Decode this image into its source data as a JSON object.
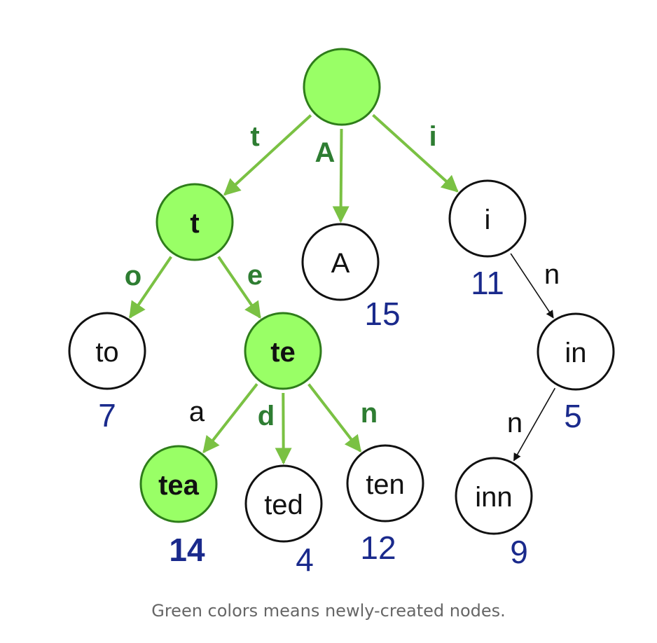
{
  "colors": {
    "new_fill": "#99ff66",
    "new_stroke": "#2e7d1a",
    "new_edge": "#7ac143",
    "new_edge_label": "#2e7d32",
    "old_stroke": "#111111",
    "old_edge": "#111111",
    "value": "#1a2a8c",
    "text": "#111111"
  },
  "trie": {
    "nodes": [
      {
        "id": "root",
        "label": "",
        "new": true
      },
      {
        "id": "t",
        "label": "t",
        "new": true
      },
      {
        "id": "A",
        "label": "A",
        "new": false,
        "value": "15"
      },
      {
        "id": "i",
        "label": "i",
        "new": false,
        "value": "11"
      },
      {
        "id": "to",
        "label": "to",
        "new": false,
        "value": "7"
      },
      {
        "id": "te",
        "label": "te",
        "new": true
      },
      {
        "id": "in",
        "label": "in",
        "new": false,
        "value": "5"
      },
      {
        "id": "tea",
        "label": "tea",
        "new": true,
        "value": "14"
      },
      {
        "id": "ted",
        "label": "ted",
        "new": false,
        "value": "4"
      },
      {
        "id": "ten",
        "label": "ten",
        "new": false,
        "value": "12"
      },
      {
        "id": "inn",
        "label": "inn",
        "new": false,
        "value": "9"
      }
    ],
    "edges": [
      {
        "from": "root",
        "to": "t",
        "label": "t",
        "new": true
      },
      {
        "from": "root",
        "to": "A",
        "label": "A",
        "new": true
      },
      {
        "from": "root",
        "to": "i",
        "label": "i",
        "new": true
      },
      {
        "from": "t",
        "to": "to",
        "label": "o",
        "new": true
      },
      {
        "from": "t",
        "to": "te",
        "label": "e",
        "new": true
      },
      {
        "from": "te",
        "to": "tea",
        "label": "a",
        "new": true,
        "label_plain": true
      },
      {
        "from": "te",
        "to": "ted",
        "label": "d",
        "new": true
      },
      {
        "from": "te",
        "to": "ten",
        "label": "n",
        "new": true
      },
      {
        "from": "i",
        "to": "in",
        "label": "n",
        "new": false
      },
      {
        "from": "in",
        "to": "inn",
        "label": "n",
        "new": false
      }
    ]
  },
  "caption": "Green colors means newly-created nodes."
}
